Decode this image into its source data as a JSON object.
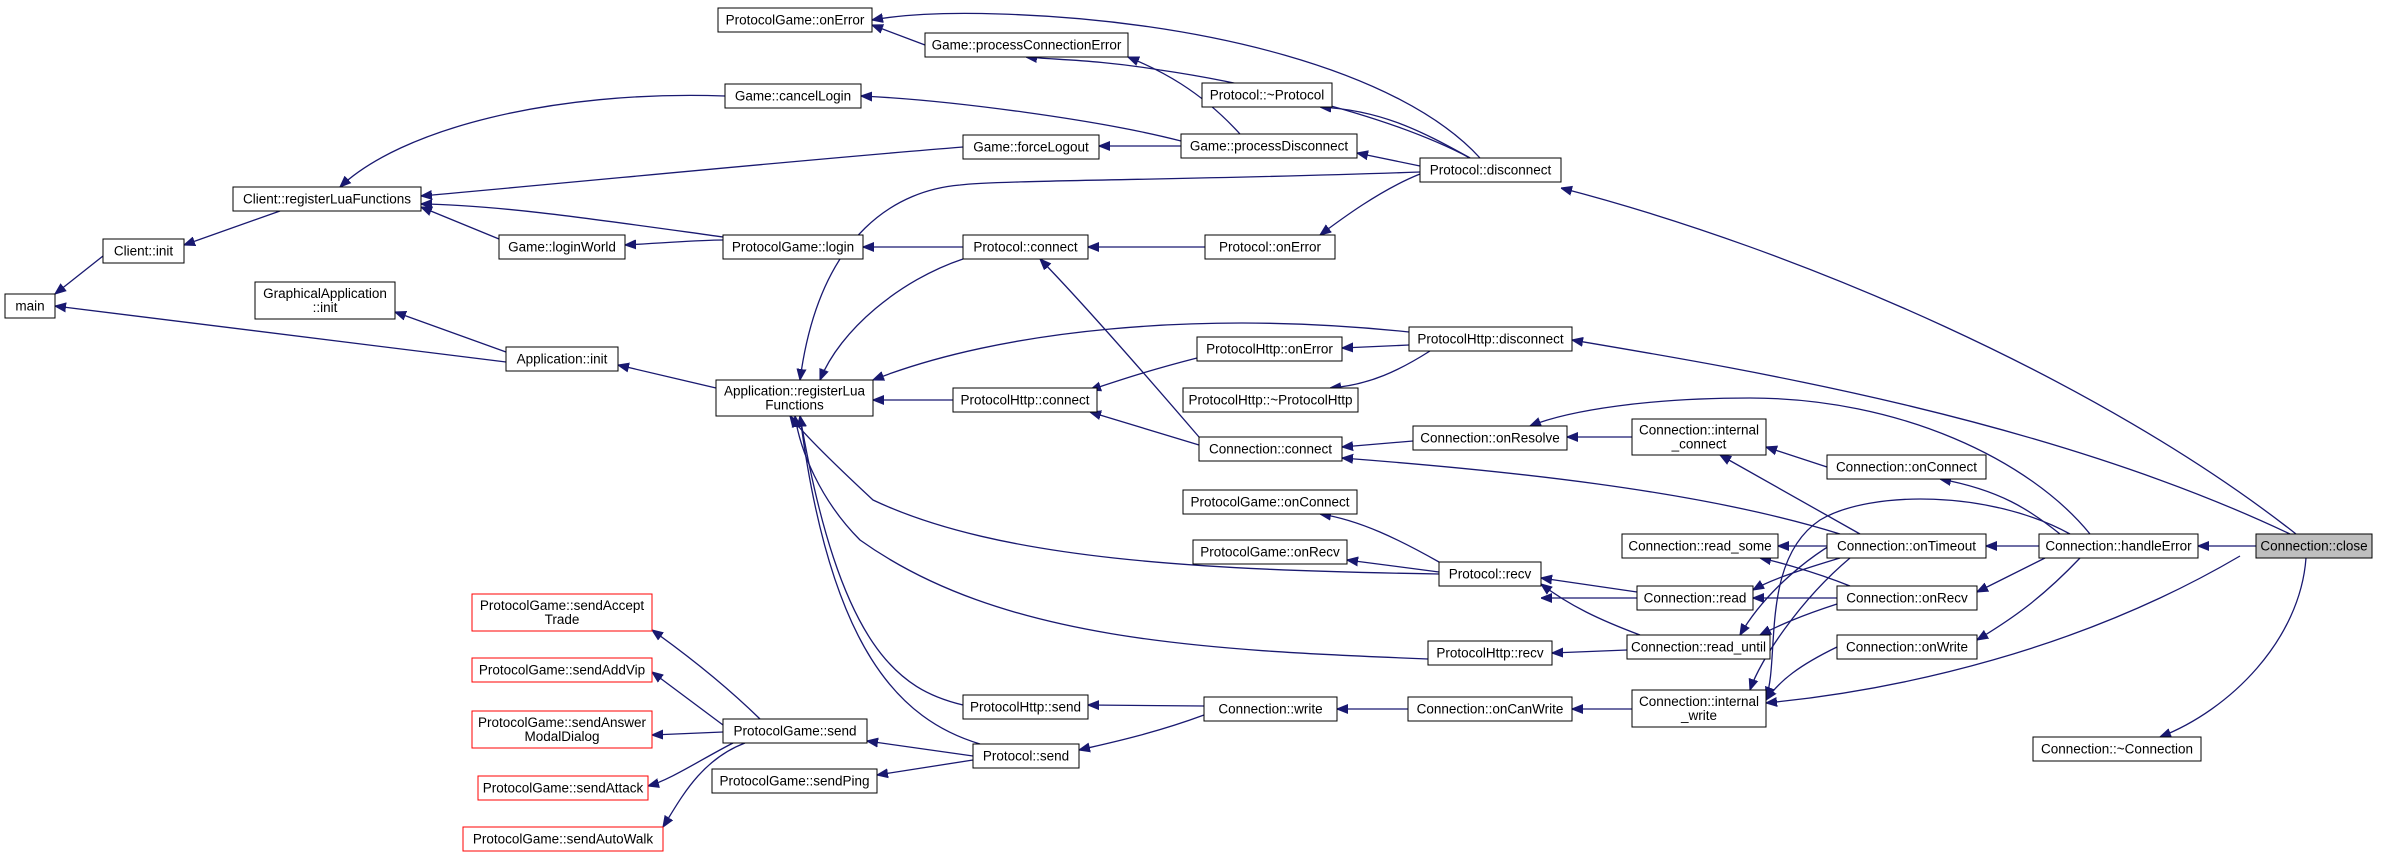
{
  "graph": {
    "nodes": {
      "n_close": {
        "lines": [
          "Connection::close"
        ]
      },
      "n_handleError": {
        "lines": [
          "Connection::handleError"
        ]
      },
      "n_onTimeout": {
        "lines": [
          "Connection::onTimeout"
        ]
      },
      "n_onRecv": {
        "lines": [
          "Connection::onRecv"
        ]
      },
      "n_onWrite": {
        "lines": [
          "Connection::onWrite"
        ]
      },
      "n_onConnect": {
        "lines": [
          "Connection::onConnect"
        ]
      },
      "n_dtorConn": {
        "lines": [
          "Connection::~Connection"
        ]
      },
      "n_internalConnect": {
        "lines": [
          "Connection::internal",
          "_connect"
        ]
      },
      "n_readSome": {
        "lines": [
          "Connection::read_some"
        ]
      },
      "n_read": {
        "lines": [
          "Connection::read"
        ]
      },
      "n_readUntil": {
        "lines": [
          "Connection::read_until"
        ]
      },
      "n_internalWrite": {
        "lines": [
          "Connection::internal",
          "_write"
        ]
      },
      "n_onResolve": {
        "lines": [
          "Connection::onResolve"
        ]
      },
      "n_onCanWrite": {
        "lines": [
          "Connection::onCanWrite"
        ]
      },
      "n_protoDisconnect": {
        "lines": [
          "Protocol::disconnect"
        ]
      },
      "n_protoDtor": {
        "lines": [
          "Protocol::~Protocol"
        ]
      },
      "n_httpDisconnect": {
        "lines": [
          "ProtocolHttp::disconnect"
        ]
      },
      "n_protoRecv": {
        "lines": [
          "Protocol::recv"
        ]
      },
      "n_httpRecv": {
        "lines": [
          "ProtocolHttp::recv"
        ]
      },
      "n_connConnect": {
        "lines": [
          "Connection::connect"
        ]
      },
      "n_connWrite": {
        "lines": [
          "Connection::write"
        ]
      },
      "n_protoOnError": {
        "lines": [
          "Protocol::onError"
        ]
      },
      "n_httpOnError": {
        "lines": [
          "ProtocolHttp::onError"
        ]
      },
      "n_httpDtor": {
        "lines": [
          "ProtocolHttp::~ProtocolHttp"
        ]
      },
      "n_pgOnConnect": {
        "lines": [
          "ProtocolGame::onConnect"
        ]
      },
      "n_pgOnRecv": {
        "lines": [
          "ProtocolGame::onRecv"
        ]
      },
      "n_processDisconnect": {
        "lines": [
          "Game::processDisconnect"
        ]
      },
      "n_processConnErr": {
        "lines": [
          "Game::processConnectionError"
        ]
      },
      "n_protoConnect": {
        "lines": [
          "Protocol::connect"
        ]
      },
      "n_httpConnect": {
        "lines": [
          "ProtocolHttp::connect"
        ]
      },
      "n_httpSend": {
        "lines": [
          "ProtocolHttp::send"
        ]
      },
      "n_protoSend": {
        "lines": [
          "Protocol::send"
        ]
      },
      "n_pgOnError": {
        "lines": [
          "ProtocolGame::onError"
        ]
      },
      "n_cancelLogin": {
        "lines": [
          "Game::cancelLogin"
        ]
      },
      "n_forceLogout": {
        "lines": [
          "Game::forceLogout"
        ]
      },
      "n_pgLogin": {
        "lines": [
          "ProtocolGame::login"
        ]
      },
      "n_pgSend": {
        "lines": [
          "ProtocolGame::send"
        ]
      },
      "n_pgSendPing": {
        "lines": [
          "ProtocolGame::sendPing"
        ]
      },
      "n_appRegLua": {
        "lines": [
          "Application::registerLua",
          "Functions"
        ]
      },
      "n_loginWorld": {
        "lines": [
          "Game::loginWorld"
        ]
      },
      "n_clientRegLua": {
        "lines": [
          "Client::registerLuaFunctions"
        ]
      },
      "n_appInit": {
        "lines": [
          "Application::init"
        ]
      },
      "n_gfxInit": {
        "lines": [
          "GraphicalApplication",
          "::init"
        ]
      },
      "n_clientInit": {
        "lines": [
          "Client::init"
        ]
      },
      "n_main": {
        "lines": [
          "main"
        ]
      },
      "n_sendAcceptTrade": {
        "lines": [
          "ProtocolGame::sendAccept",
          "Trade"
        ]
      },
      "n_sendAddVip": {
        "lines": [
          "ProtocolGame::sendAddVip"
        ]
      },
      "n_sendAnswerModal": {
        "lines": [
          "ProtocolGame::sendAnswer",
          "ModalDialog"
        ]
      },
      "n_sendAttack": {
        "lines": [
          "ProtocolGame::sendAttack"
        ]
      },
      "n_sendAutoWalk": {
        "lines": [
          "ProtocolGame::sendAutoWalk"
        ]
      }
    }
  }
}
